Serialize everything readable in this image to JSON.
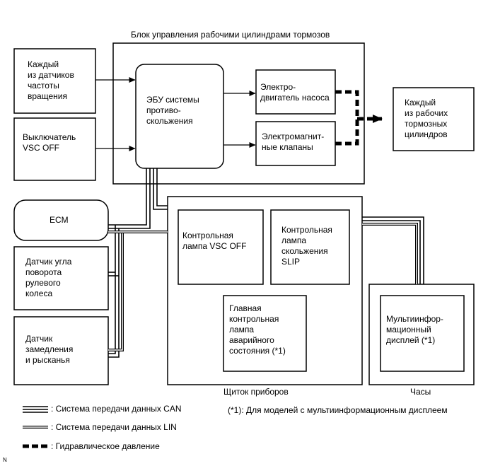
{
  "titles": {
    "brake_block": "Блок управления рабочими цилиндрами тормозов",
    "instrument_panel": "Щиток приборов",
    "clock": "Часы"
  },
  "boxes": {
    "speed_sensors": "Каждый\nиз датчиков\nчастоты\nвращения",
    "vsc_off_switch": "Выключатель\nVSC OFF",
    "ecu": "ЭБУ системы\nпротиво-\nскольжения",
    "pump_motor": "Электро-\nдвигатель насоса",
    "solenoid_valves": "Электромагнит-\nные клапаны",
    "wheel_cylinders": "Каждый\nиз рабочих\nтормозных\nцилиндров",
    "ecm": "ECM",
    "steering_sensor": "Датчик угла\nповорота\nрулевого\nколеса",
    "yaw_sensor": "Датчик\nзамедления\nи рысканья",
    "vsc_off_lamp": "Контрольная\nлампа VSC OFF",
    "slip_lamp": "Контрольная\nлампа\nскольжения\nSLIP",
    "master_warning": "Главная\nконтрольная\nлампа\nаварийного\nсостояния (*1)",
    "multi_display": "Мультиинфор-\nмационный\nдисплей (*1)"
  },
  "legend": {
    "can": ": Система передачи данных CAN",
    "lin": ": Система передачи данных LIN",
    "hydraulic": ": Гидравлическое давление"
  },
  "footnote": "(*1): Для моделей с мультиинформационным дисплеем",
  "corner_mark": "N"
}
